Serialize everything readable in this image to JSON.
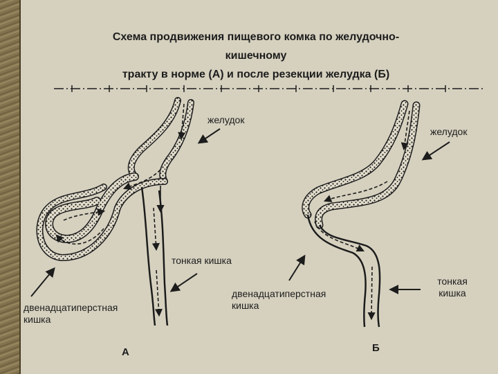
{
  "title_lines": [
    "Схема продвижения пищевого комка по желудочно-",
    "кишечному",
    "тракту в норме (А) и после резекции желудка (Б)"
  ],
  "panel_a": {
    "letter": "А",
    "stomach": "желудок",
    "small_intestine": "тонкая кишка",
    "duodenum_line1": "двенадцатиперстная",
    "duodenum_line2": "кишка"
  },
  "panel_b": {
    "letter": "Б",
    "stomach": "желудок",
    "duodenum_line1": "двенадцатиперстная",
    "duodenum_line2": "кишка",
    "small_intestine_line1": "тонкая",
    "small_intestine_line2": "кишка"
  },
  "colors": {
    "ink": "#1c1c1c",
    "paper": "#d6d1bf"
  }
}
